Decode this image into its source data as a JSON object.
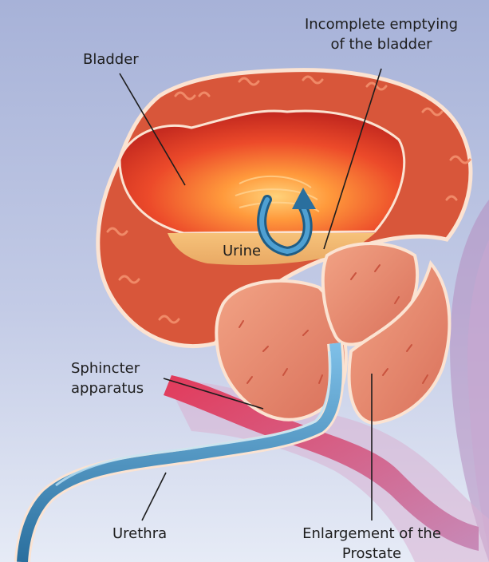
{
  "diagram": {
    "labels": {
      "bladder": "Bladder",
      "incomplete_line1": "Incomplete emptying",
      "incomplete_line2": "of the bladder",
      "urine": "Urine",
      "sphincter_line1": "Sphincter",
      "sphincter_line2": "apparatus",
      "urethra": "Urethra",
      "prostate_line1": "Enlargement of the",
      "prostate_line2": "Prostate"
    },
    "colors": {
      "background_top": "#a7b2d8",
      "background_bottom": "#e6ebf6",
      "bladder_wall": "#d8563a",
      "bladder_outline": "#fbe3d2",
      "bladder_inner": "#e8362a",
      "urine": "#efb76f",
      "prostate": "#e58a6f",
      "urethra": "#3a86b8",
      "arrow": "#2a6f9e",
      "label_text": "#1d1d1d"
    }
  }
}
